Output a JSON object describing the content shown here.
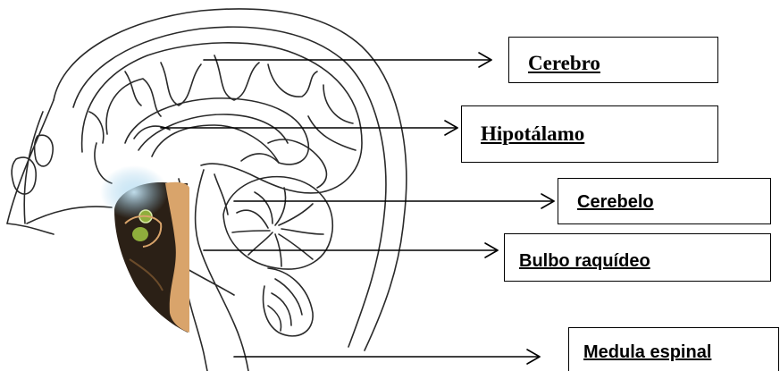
{
  "labels": [
    {
      "id": "cerebro",
      "text": "Cerebro"
    },
    {
      "id": "hipotalamo",
      "text": "Hipotálamo"
    },
    {
      "id": "cerebelo",
      "text": "Cerebelo"
    },
    {
      "id": "bulbo",
      "text": "Bulbo raquídeo"
    },
    {
      "id": "medula",
      "text": "Medula espinal"
    }
  ],
  "colors": {
    "line": "#2a2a2a",
    "pituitary_dark": "#2b2016",
    "pituitary_tan": "#d9a46b",
    "gland_green": "#8fae3c",
    "glow_blue": "#8ec6e6"
  }
}
